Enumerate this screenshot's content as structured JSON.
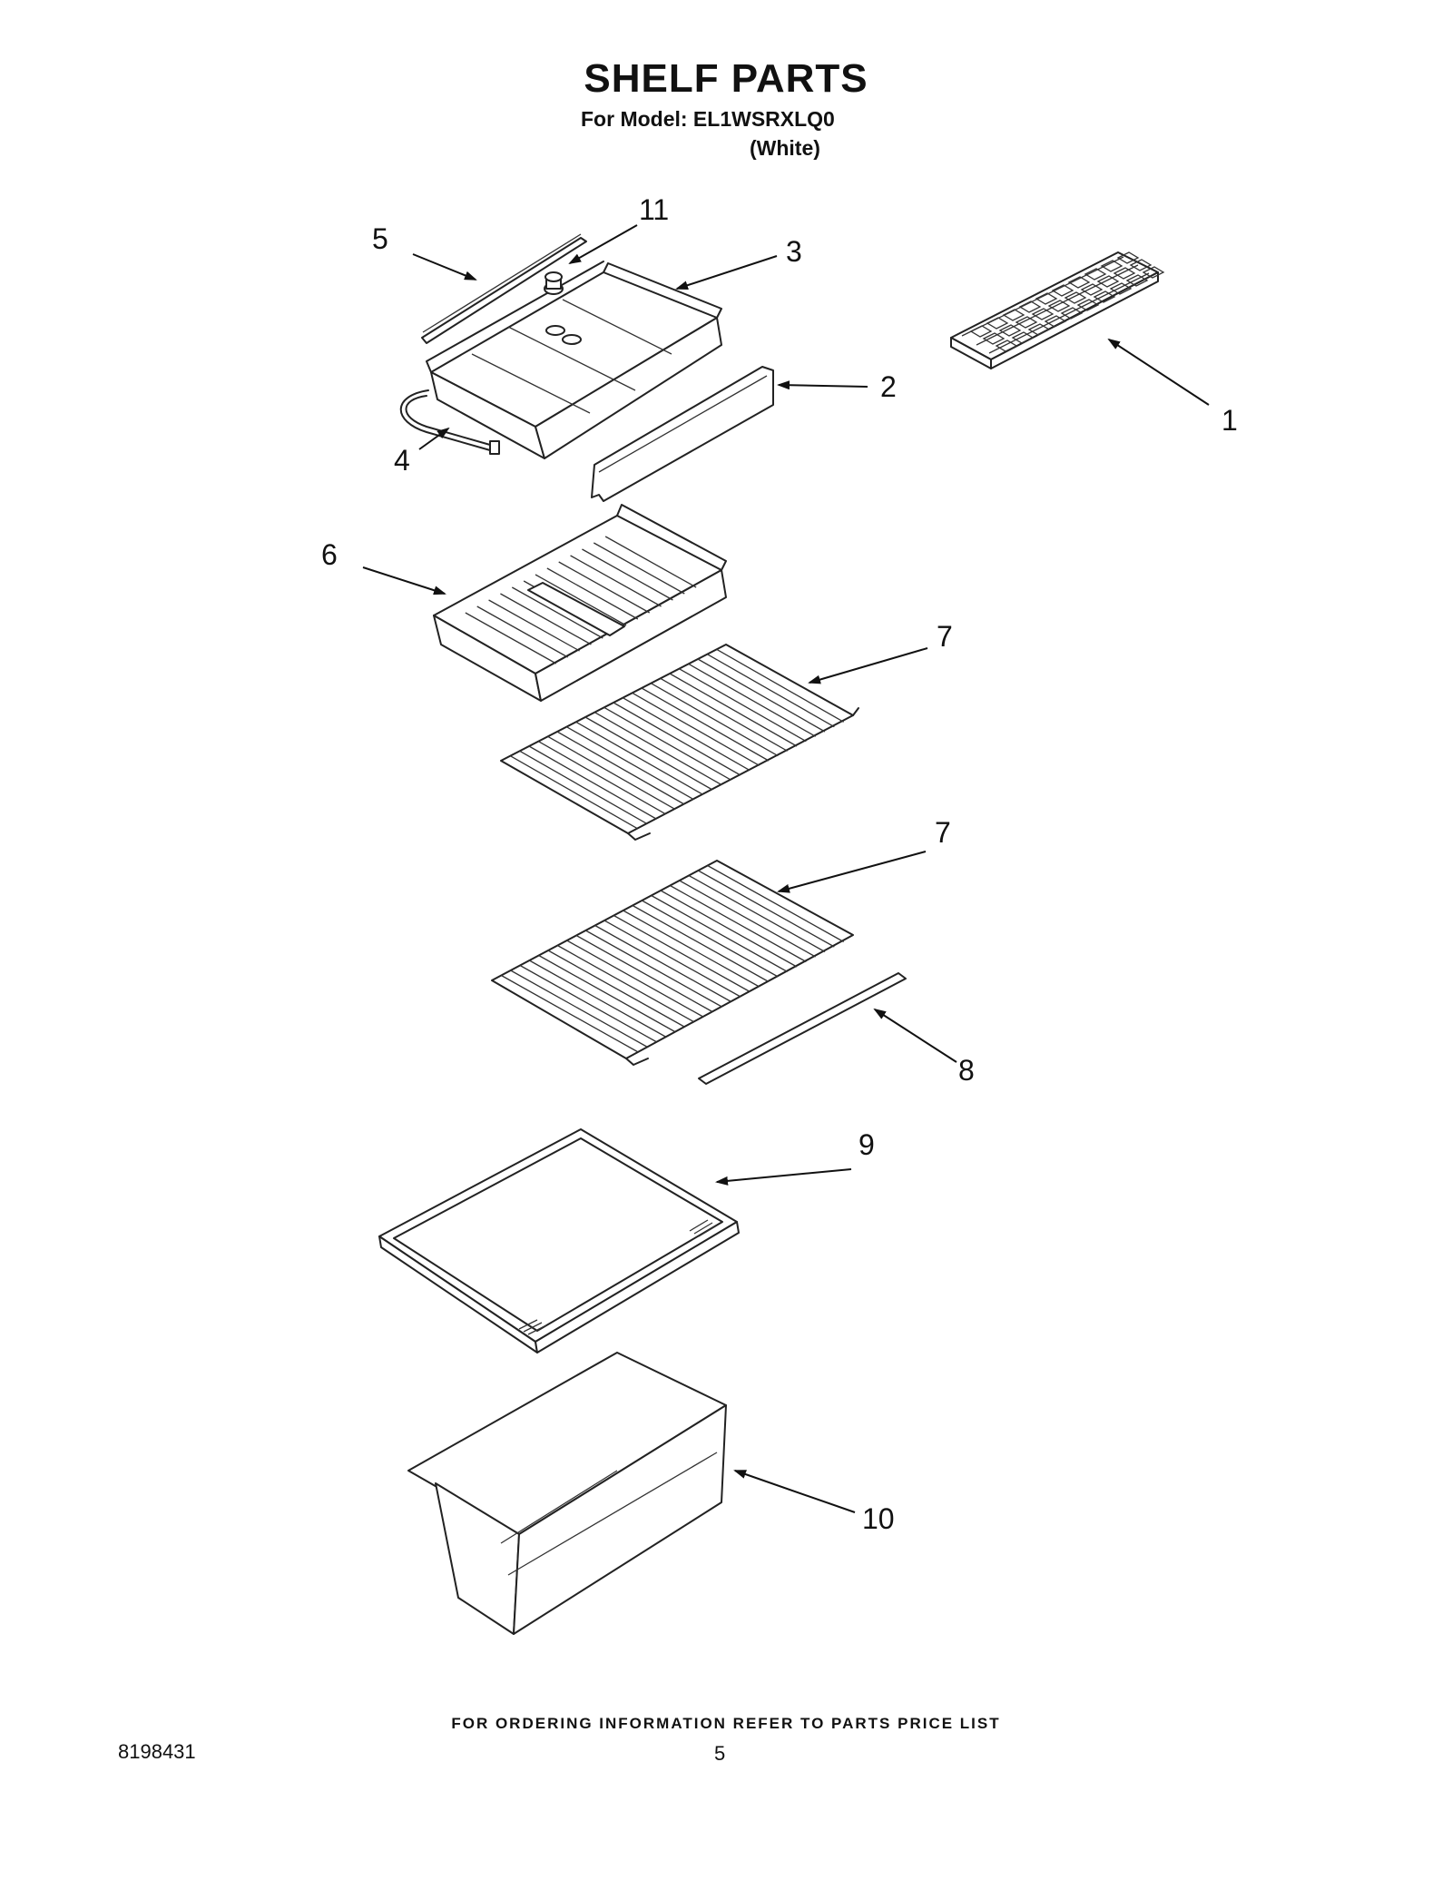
{
  "header": {
    "title": "SHELF PARTS",
    "model_line": "For Model: EL1WSRXLQ0",
    "color_line": "(White)"
  },
  "diagram": {
    "callouts": [
      "1",
      "2",
      "3",
      "4",
      "5",
      "6",
      "7",
      "7",
      "8",
      "9",
      "10",
      "11"
    ]
  },
  "footer": {
    "ordering_note": "FOR ORDERING INFORMATION REFER TO PARTS PRICE LIST",
    "document_number": "8198431",
    "page_number": "5"
  }
}
